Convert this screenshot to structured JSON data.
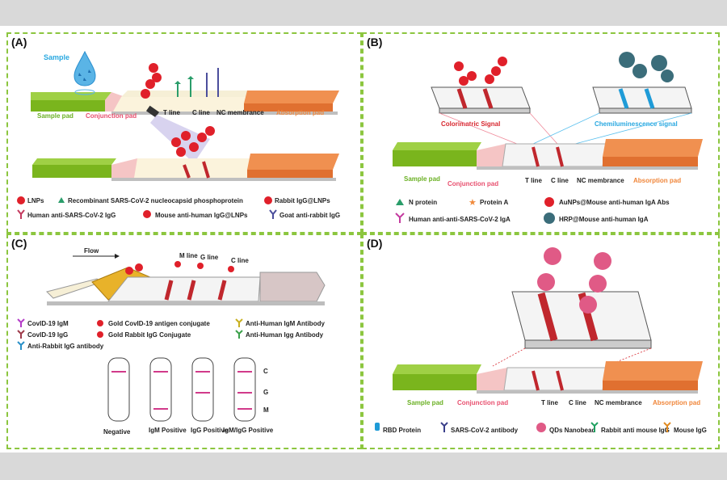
{
  "panels": {
    "A": {
      "label": "(A)",
      "sample": "Sample",
      "sample_pad": "Sample pad",
      "conjunction_pad": "Conjunction pad",
      "t_line": "T line",
      "c_line": "C line",
      "nc_membrane": "NC membrance",
      "absorption_pad": "Absorption pad",
      "legend": {
        "lnps": "LNPs",
        "nucleocapsid": "Recombinant SARS-CoV-2 nucleocapsid phosphoprotein",
        "rabbit_igg_lnps": "Rabbit IgG@LNPs",
        "human_igg": "Human anti-SARS-CoV-2 IgG",
        "mouse_igg_lnps": "Mouse anti-human IgG@LNPs",
        "goat_rabbit": "Goat anti-rabbit IgG"
      }
    },
    "B": {
      "label": "(B)",
      "colorimetric": "Colorimatric Signal",
      "chemi": "Chemiluminescence signal",
      "sample_pad": "Sample pad",
      "conjunction_pad": "Conjunction pad",
      "t_line": "T line",
      "c_line": "C line",
      "nc_membrane": "NC membrance",
      "absorption_pad": "Absorption pad",
      "legend": {
        "n_protein": "N protein",
        "protein_a": "Protein A",
        "aunps": "AuNPs@Mouse anti-human IgA Abs",
        "human_iga": "Human anti-anti-SARS-CoV-2 IgA",
        "hrp": "HRP@Mouse anti-human IgA"
      }
    },
    "C": {
      "label": "(C)",
      "flow": "Flow",
      "m_line": "M line",
      "g_line": "G line",
      "c_line": "C line",
      "legend": {
        "igm": "CovID-19 IgM",
        "igg": "CovID-19 IgG",
        "anti_rabbit": "Anti-Rabbit IgG antibody",
        "gold_antigen": "Gold CovID-19 antigen conjugate",
        "gold_rabbit": "Gold Rabbit IgG Conjugate",
        "anti_human_igm": "Anti-Human IgM Antibody",
        "anti_human_igg": "Anti-Human Igg Antibody"
      },
      "strip_marks": {
        "c": "C",
        "g": "G",
        "m": "M"
      },
      "results": [
        "Negative",
        "IgM Positive",
        "IgG Positive",
        "IgM/IgG Positive"
      ]
    },
    "D": {
      "label": "(D)",
      "sample_pad": "Sample pad",
      "conjunction_pad": "Conjunction pad",
      "t_line": "T line",
      "c_line": "C line",
      "nc_membrane": "NC membrance",
      "absorption_pad": "Absorption pad",
      "legend": {
        "rbd": "RBD Protein",
        "sars_ab": "SARS-CoV-2 antibody",
        "qds": "QDs Nanobead",
        "rabbit_mouse": "Rabbit anti mouse IgG",
        "mouse_igg": "Mouse IgG"
      }
    }
  },
  "colors": {
    "green_pad": "#7ab51d",
    "orange_pad": "#f08a3c",
    "red_line": "#c0272d",
    "pink_text": "#e8506f",
    "green_text": "#6ab023",
    "orange_text": "#f0863a",
    "blue_text": "#29a8e0",
    "red_text": "#d7262e",
    "frame_dash": "#8cc63f"
  }
}
